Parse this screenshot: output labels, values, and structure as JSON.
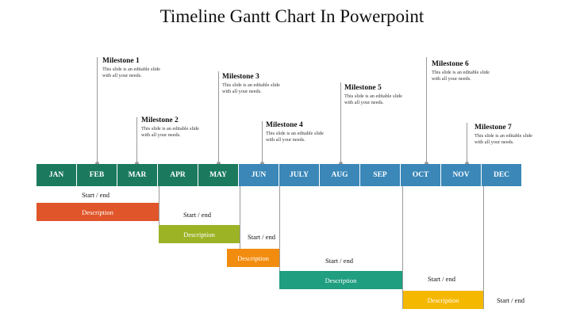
{
  "title": "Timeline Gantt Chart In Powerpoint",
  "months": [
    {
      "label": "JAN",
      "color": "#1b7a5e"
    },
    {
      "label": "FEB",
      "color": "#1b7a5e"
    },
    {
      "label": "MAR",
      "color": "#1b7a5e"
    },
    {
      "label": "APR",
      "color": "#1b7a5e"
    },
    {
      "label": "MAY",
      "color": "#1b7a5e"
    },
    {
      "label": "JUN",
      "color": "#3a87b8"
    },
    {
      "label": "JULY",
      "color": "#3a87b8"
    },
    {
      "label": "AUG",
      "color": "#3a87b8"
    },
    {
      "label": "SEP",
      "color": "#3a87b8"
    },
    {
      "label": "OCT",
      "color": "#3a87b8"
    },
    {
      "label": "NOV",
      "color": "#3a87b8"
    },
    {
      "label": "DEC",
      "color": "#3a87b8"
    }
  ],
  "milestones": [
    {
      "label": "Milestone 1",
      "desc": "This slide is an editable slide with all your needs."
    },
    {
      "label": "Milestone 2",
      "desc": "This slide is an editable slide with all your needs."
    },
    {
      "label": "Milestone 3",
      "desc": "This slide is an editable slide with all your needs."
    },
    {
      "label": "Milestone 4",
      "desc": "This slide is an editable slide with all your needs."
    },
    {
      "label": "Milestone 5",
      "desc": "This slide is an editable slide with all your needs."
    },
    {
      "label": "Milestone 6",
      "desc": "This slide is an editable slide with all your needs."
    },
    {
      "label": "Milestone 7",
      "desc": "This slide is an editable slide with all your needs."
    }
  ],
  "tasks": [
    {
      "label": "Description",
      "start_end": "Start / end",
      "color": "#e0562a"
    },
    {
      "label": "Description",
      "start_end": "Start / end",
      "color": "#9bb325"
    },
    {
      "label": "Description",
      "start_end": "Start / end",
      "color": "#f28c0f"
    },
    {
      "label": "Description",
      "start_end": "Start / end",
      "color": "#1f9e80"
    },
    {
      "label": "Description",
      "start_end": "Start / end",
      "color": "#f5b800"
    }
  ],
  "final_label": "Start / end"
}
